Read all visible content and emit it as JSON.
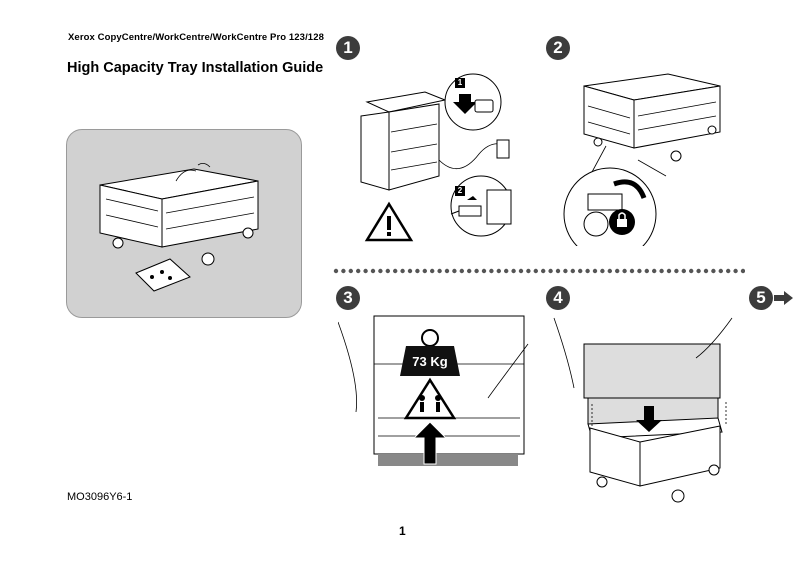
{
  "header": {
    "product": "Xerox CopyCentre/WorkCentre/WorkCentre Pro 123/128",
    "title": "High Capacity Tray Installation Guide"
  },
  "steps": [
    {
      "number": "1"
    },
    {
      "number": "2"
    },
    {
      "number": "3",
      "weight_label": "73 Kg"
    },
    {
      "number": "4"
    },
    {
      "number": "5"
    }
  ],
  "step1_callouts": {
    "a": "1",
    "b": "2"
  },
  "footer": {
    "doc_code": "MO3096Y6-1",
    "page_number": "1"
  },
  "colors": {
    "panel_bg": "#d1d1d1",
    "step_badge": "#3c3c3c",
    "ink": "#000000"
  },
  "icons": [
    "warning-triangle-icon",
    "power-switch-icon",
    "unplug-icon",
    "caster-lock-icon",
    "weight-icon",
    "two-person-lift-icon",
    "next-arrow-icon"
  ]
}
